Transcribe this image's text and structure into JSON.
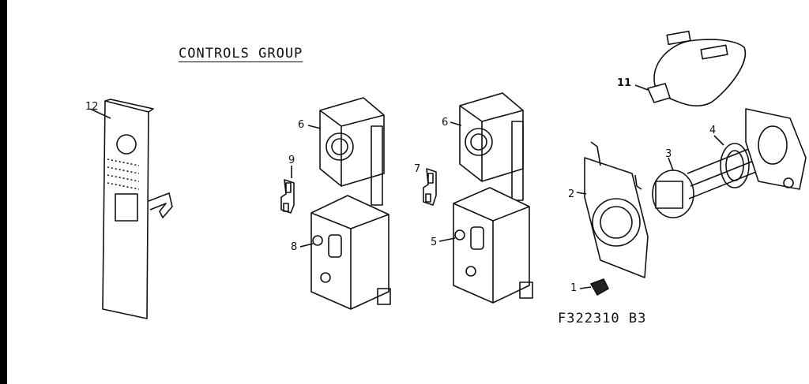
{
  "diagram": {
    "title": "CONTROLS GROUP",
    "drawing_code": "F322310 B3",
    "callouts": {
      "part_1": "1",
      "part_2": "2",
      "part_3": "3",
      "part_4": "4",
      "part_5": "5",
      "part_6_left": "6",
      "part_6_right": "6",
      "part_7": "7",
      "part_8": "8",
      "part_9": "9",
      "part_11": "11",
      "part_12": "12"
    }
  }
}
